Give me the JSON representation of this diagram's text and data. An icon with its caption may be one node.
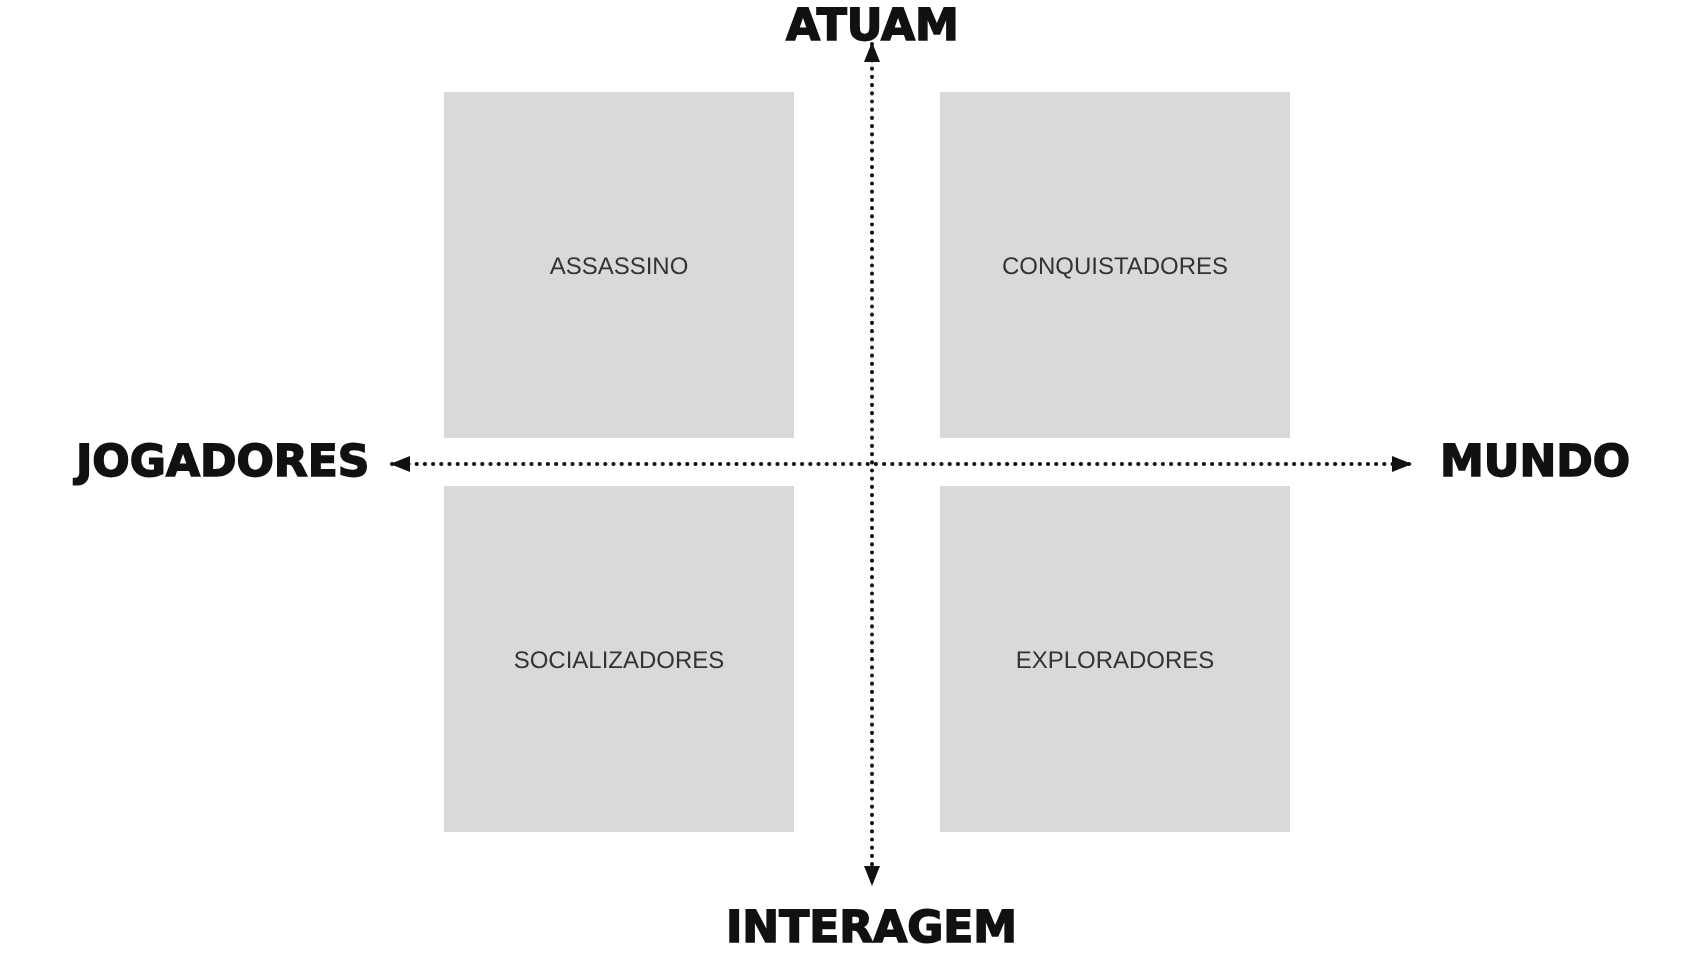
{
  "diagram": {
    "nodes": [
      {
        "text": [
          "ASSASSINO"
        ]
      },
      {
        "text": [
          "CONQUISTADORES"
        ]
      },
      {
        "text": [
          "SOCIALIZADORES"
        ]
      },
      {
        "text": [
          "EXPLORADORES"
        ]
      }
    ],
    "labels": [
      "ATUAM",
      "JOGADORES",
      "MUNDO",
      "INTERAGEM"
    ]
  }
}
